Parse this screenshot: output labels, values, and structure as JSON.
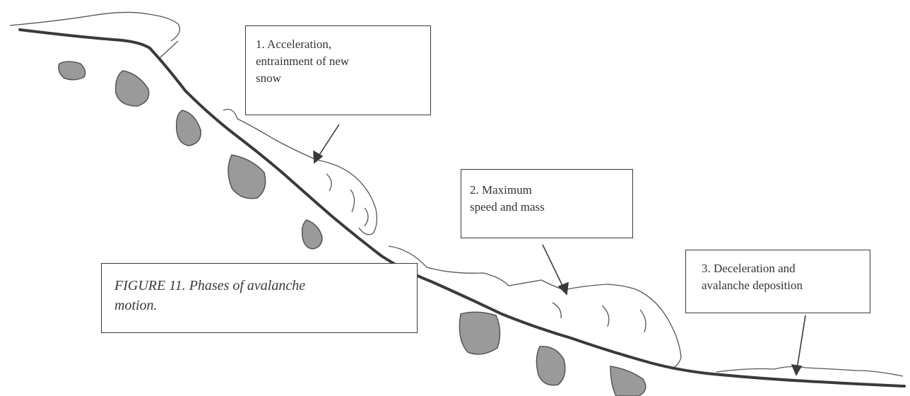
{
  "labels": {
    "phase1": "1.    Acceleration,\nentrainment of new\nsnow",
    "phase2": "2.  Maximum\nspeed and mass",
    "phase3": "3.  Deceleration and\navalanche deposition"
  },
  "caption": "FIGURE 11.  Phases of avalanche\nmotion.",
  "colors": {
    "slope": "#3a3a3a",
    "rock_fill": "#9a9a9a",
    "rock_stroke": "#555555",
    "snow_outline": "#555555"
  }
}
